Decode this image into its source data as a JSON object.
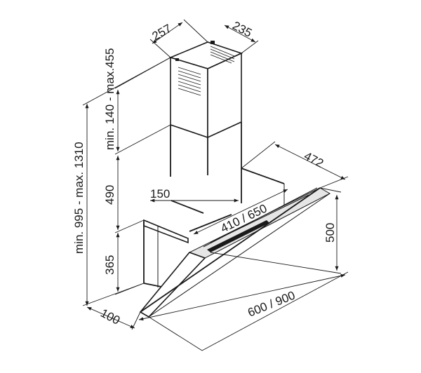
{
  "dimensions": {
    "chimney_depth": "257",
    "chimney_width": "235",
    "chimney_upper": "min. 140 - max.455",
    "total_height": "min. 995 - max. 1310",
    "chimney_lower": "490",
    "hood_body": "365",
    "bracket_width": "150",
    "bracket_span": "410 / 650",
    "hood_depth": "472",
    "hood_height": "500",
    "wall_offset": "100",
    "hood_width": "600 / 900"
  },
  "colors": {
    "line": "#1a1a1a",
    "background": "#ffffff",
    "shade": "#e6e6e6"
  }
}
